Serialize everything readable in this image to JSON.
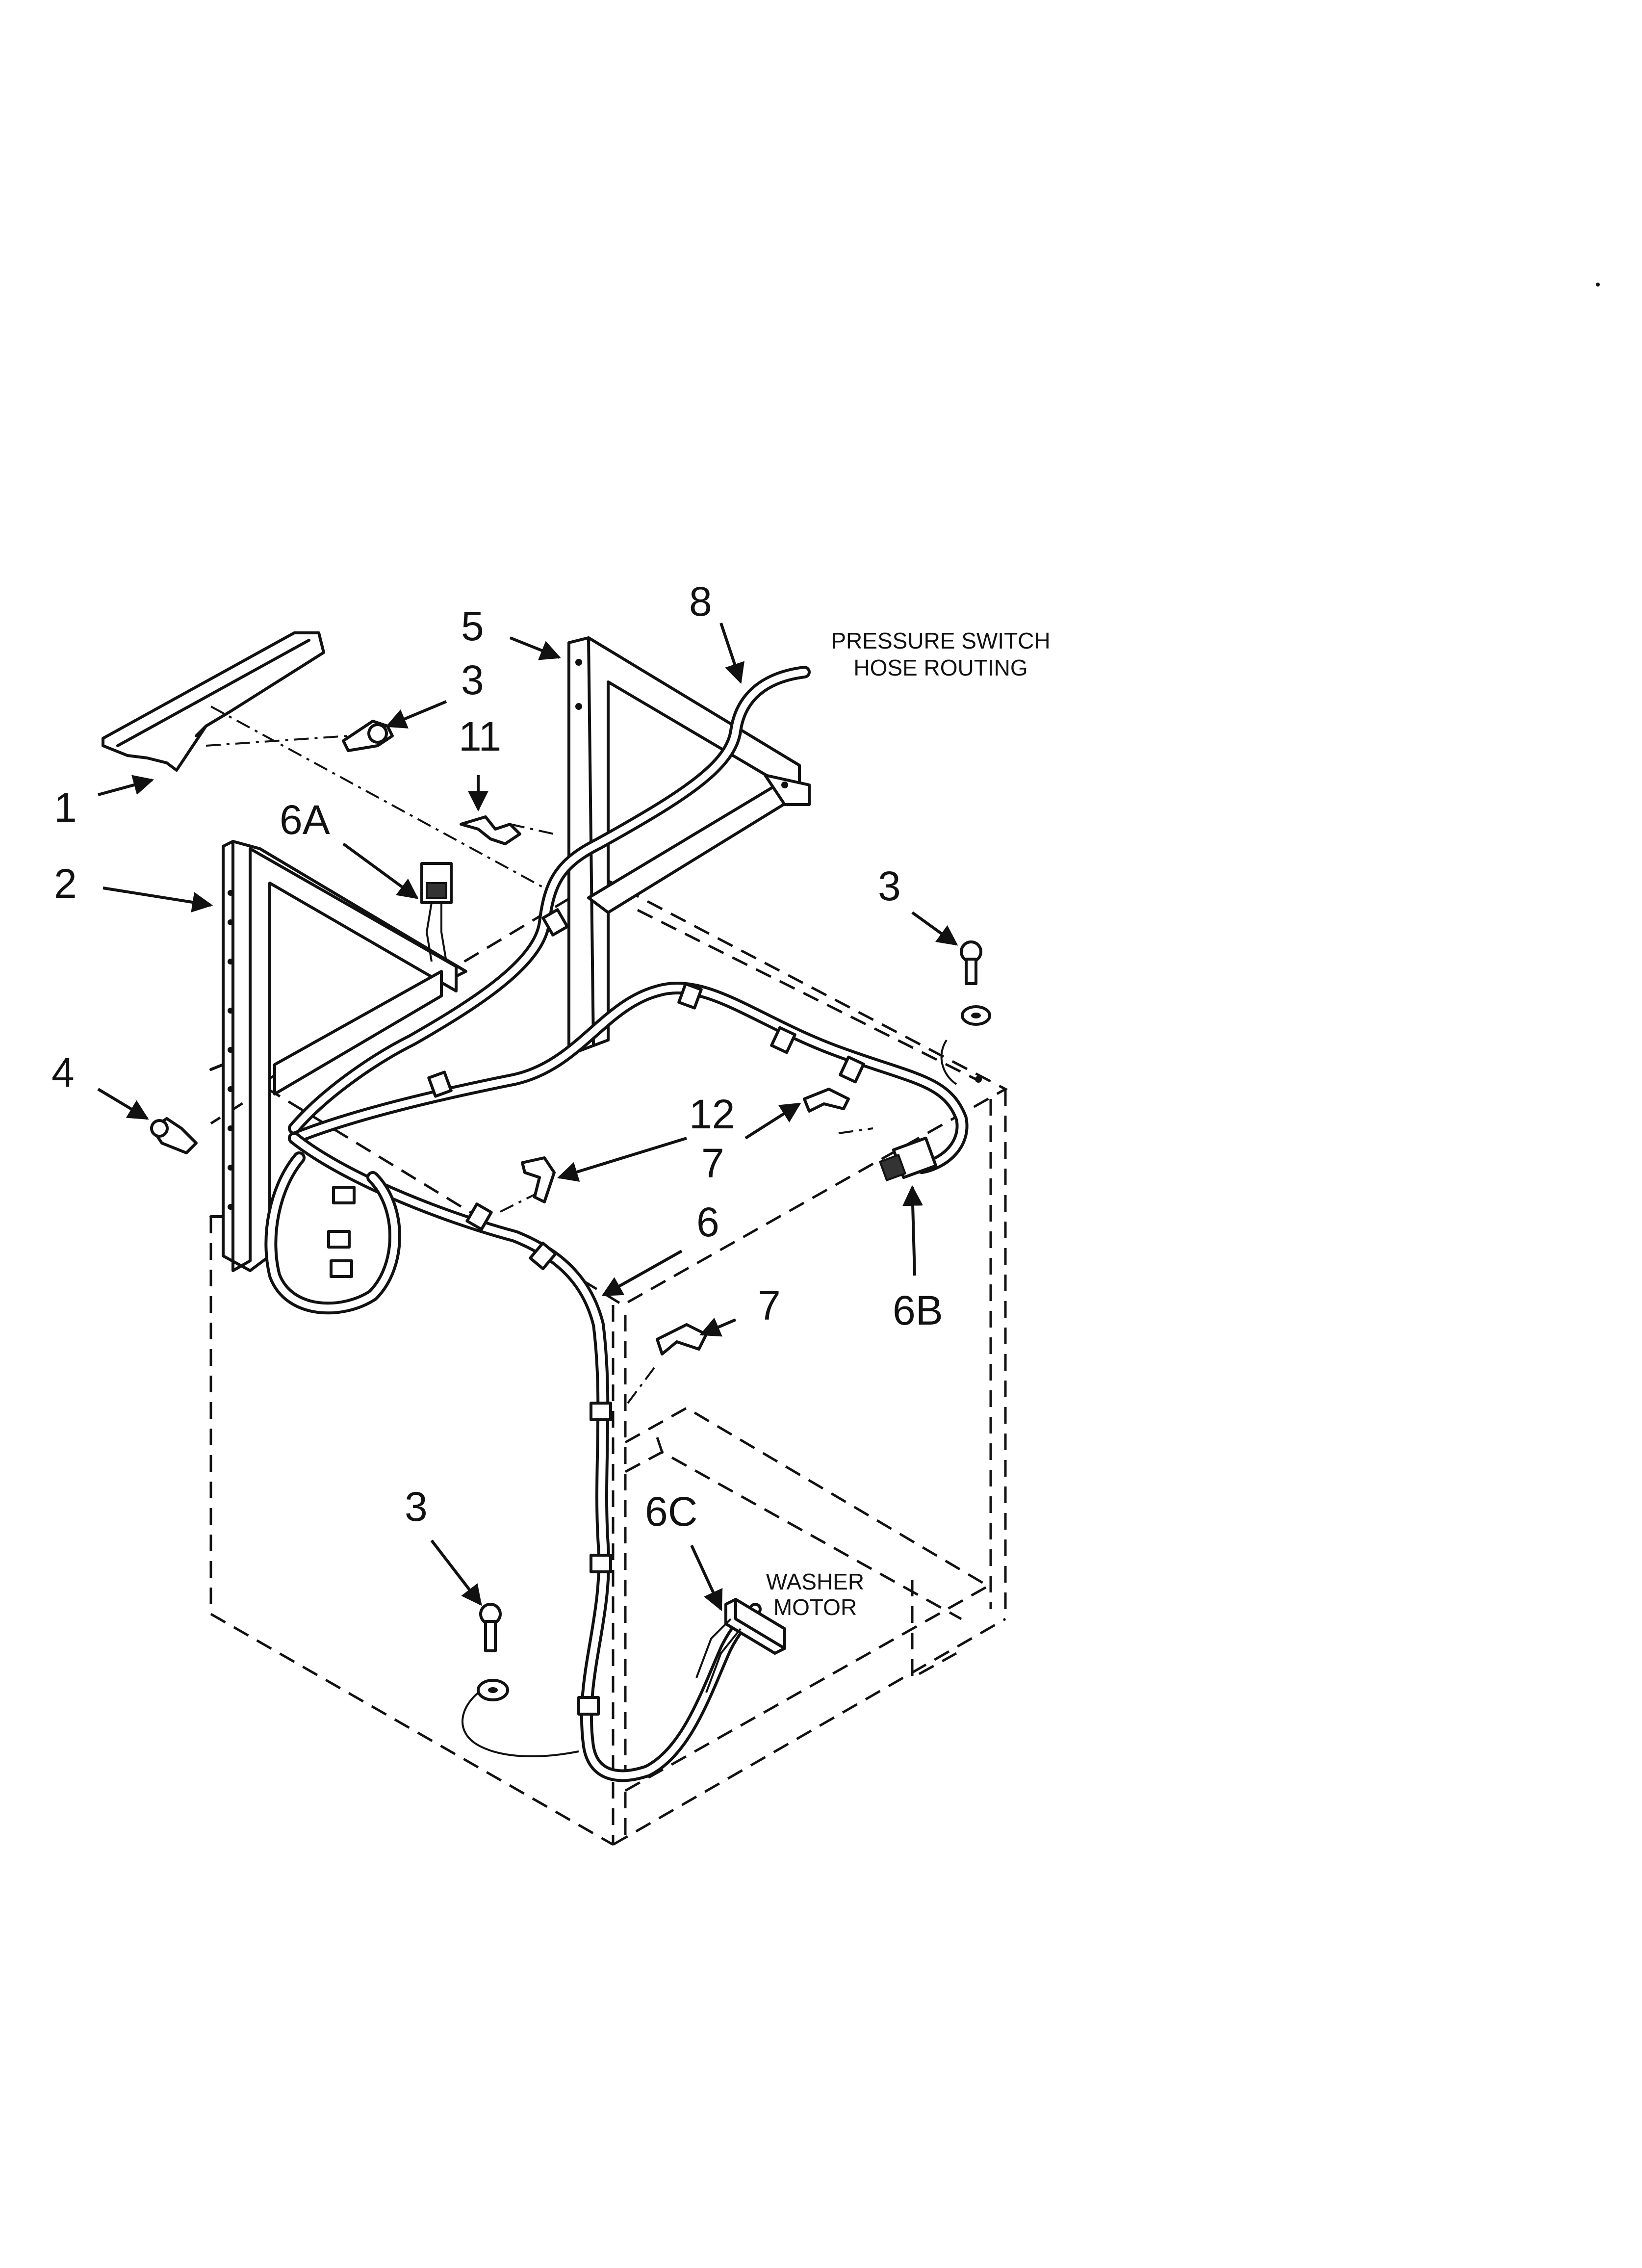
{
  "callouts": {
    "c1": "1",
    "c2": "2",
    "c3a": "3",
    "c3b": "3",
    "c3c": "3",
    "c4": "4",
    "c5": "5",
    "c6": "6",
    "c6a": "6A",
    "c6b": "6B",
    "c6c": "6C",
    "c7a": "7",
    "c7b": "7",
    "c8": "8",
    "c11": "11",
    "c12": "12"
  },
  "notes": {
    "pressure_line1": "PRESSURE SWITCH",
    "pressure_line2": "HOSE ROUTING",
    "motor_line1": "WASHER",
    "motor_line2": "MOTOR"
  },
  "colors": {
    "ink": "#111111",
    "background": "#ffffff"
  }
}
